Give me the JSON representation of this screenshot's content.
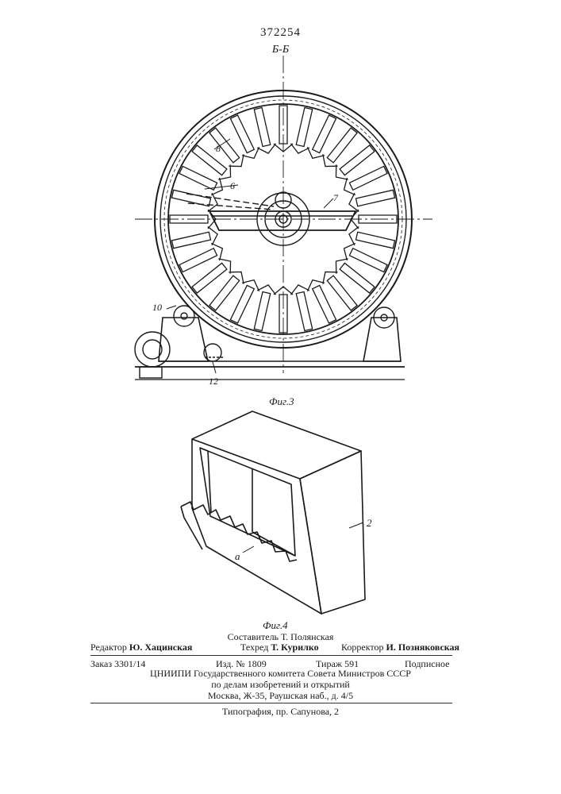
{
  "header": {
    "patent_number": "372254",
    "section": "Б-Б"
  },
  "figure3": {
    "caption": "Фиг.3",
    "labels": {
      "l8": "8",
      "l6": "6",
      "l7": "7",
      "l10": "10",
      "l12": "12"
    }
  },
  "figure4": {
    "caption": "Фиг.4",
    "labels": {
      "l2": "2",
      "la": "а"
    }
  },
  "footer": {
    "compiler": "Составитель Т. Полянская",
    "editor_label": "Редактор",
    "editor_name": "Ю. Хацинская",
    "techred_label": "Техред",
    "techred_name": "Т. Курилко",
    "corrector_label": "Корректор",
    "corrector_name": "И. Позняковская",
    "order": "Заказ 3301/14",
    "edition": "Изд. № 1809",
    "circulation": "Тираж 591",
    "subscription": "Подписное",
    "org_line1": "ЦНИИПИ Государственного комитета Совета Министров СССР",
    "org_line2": "по делам изобретений и открытий",
    "org_line3": "Москва, Ж-35, Раушская наб., д. 4/5",
    "printing": "Типография, пр. Сапунова, 2"
  }
}
